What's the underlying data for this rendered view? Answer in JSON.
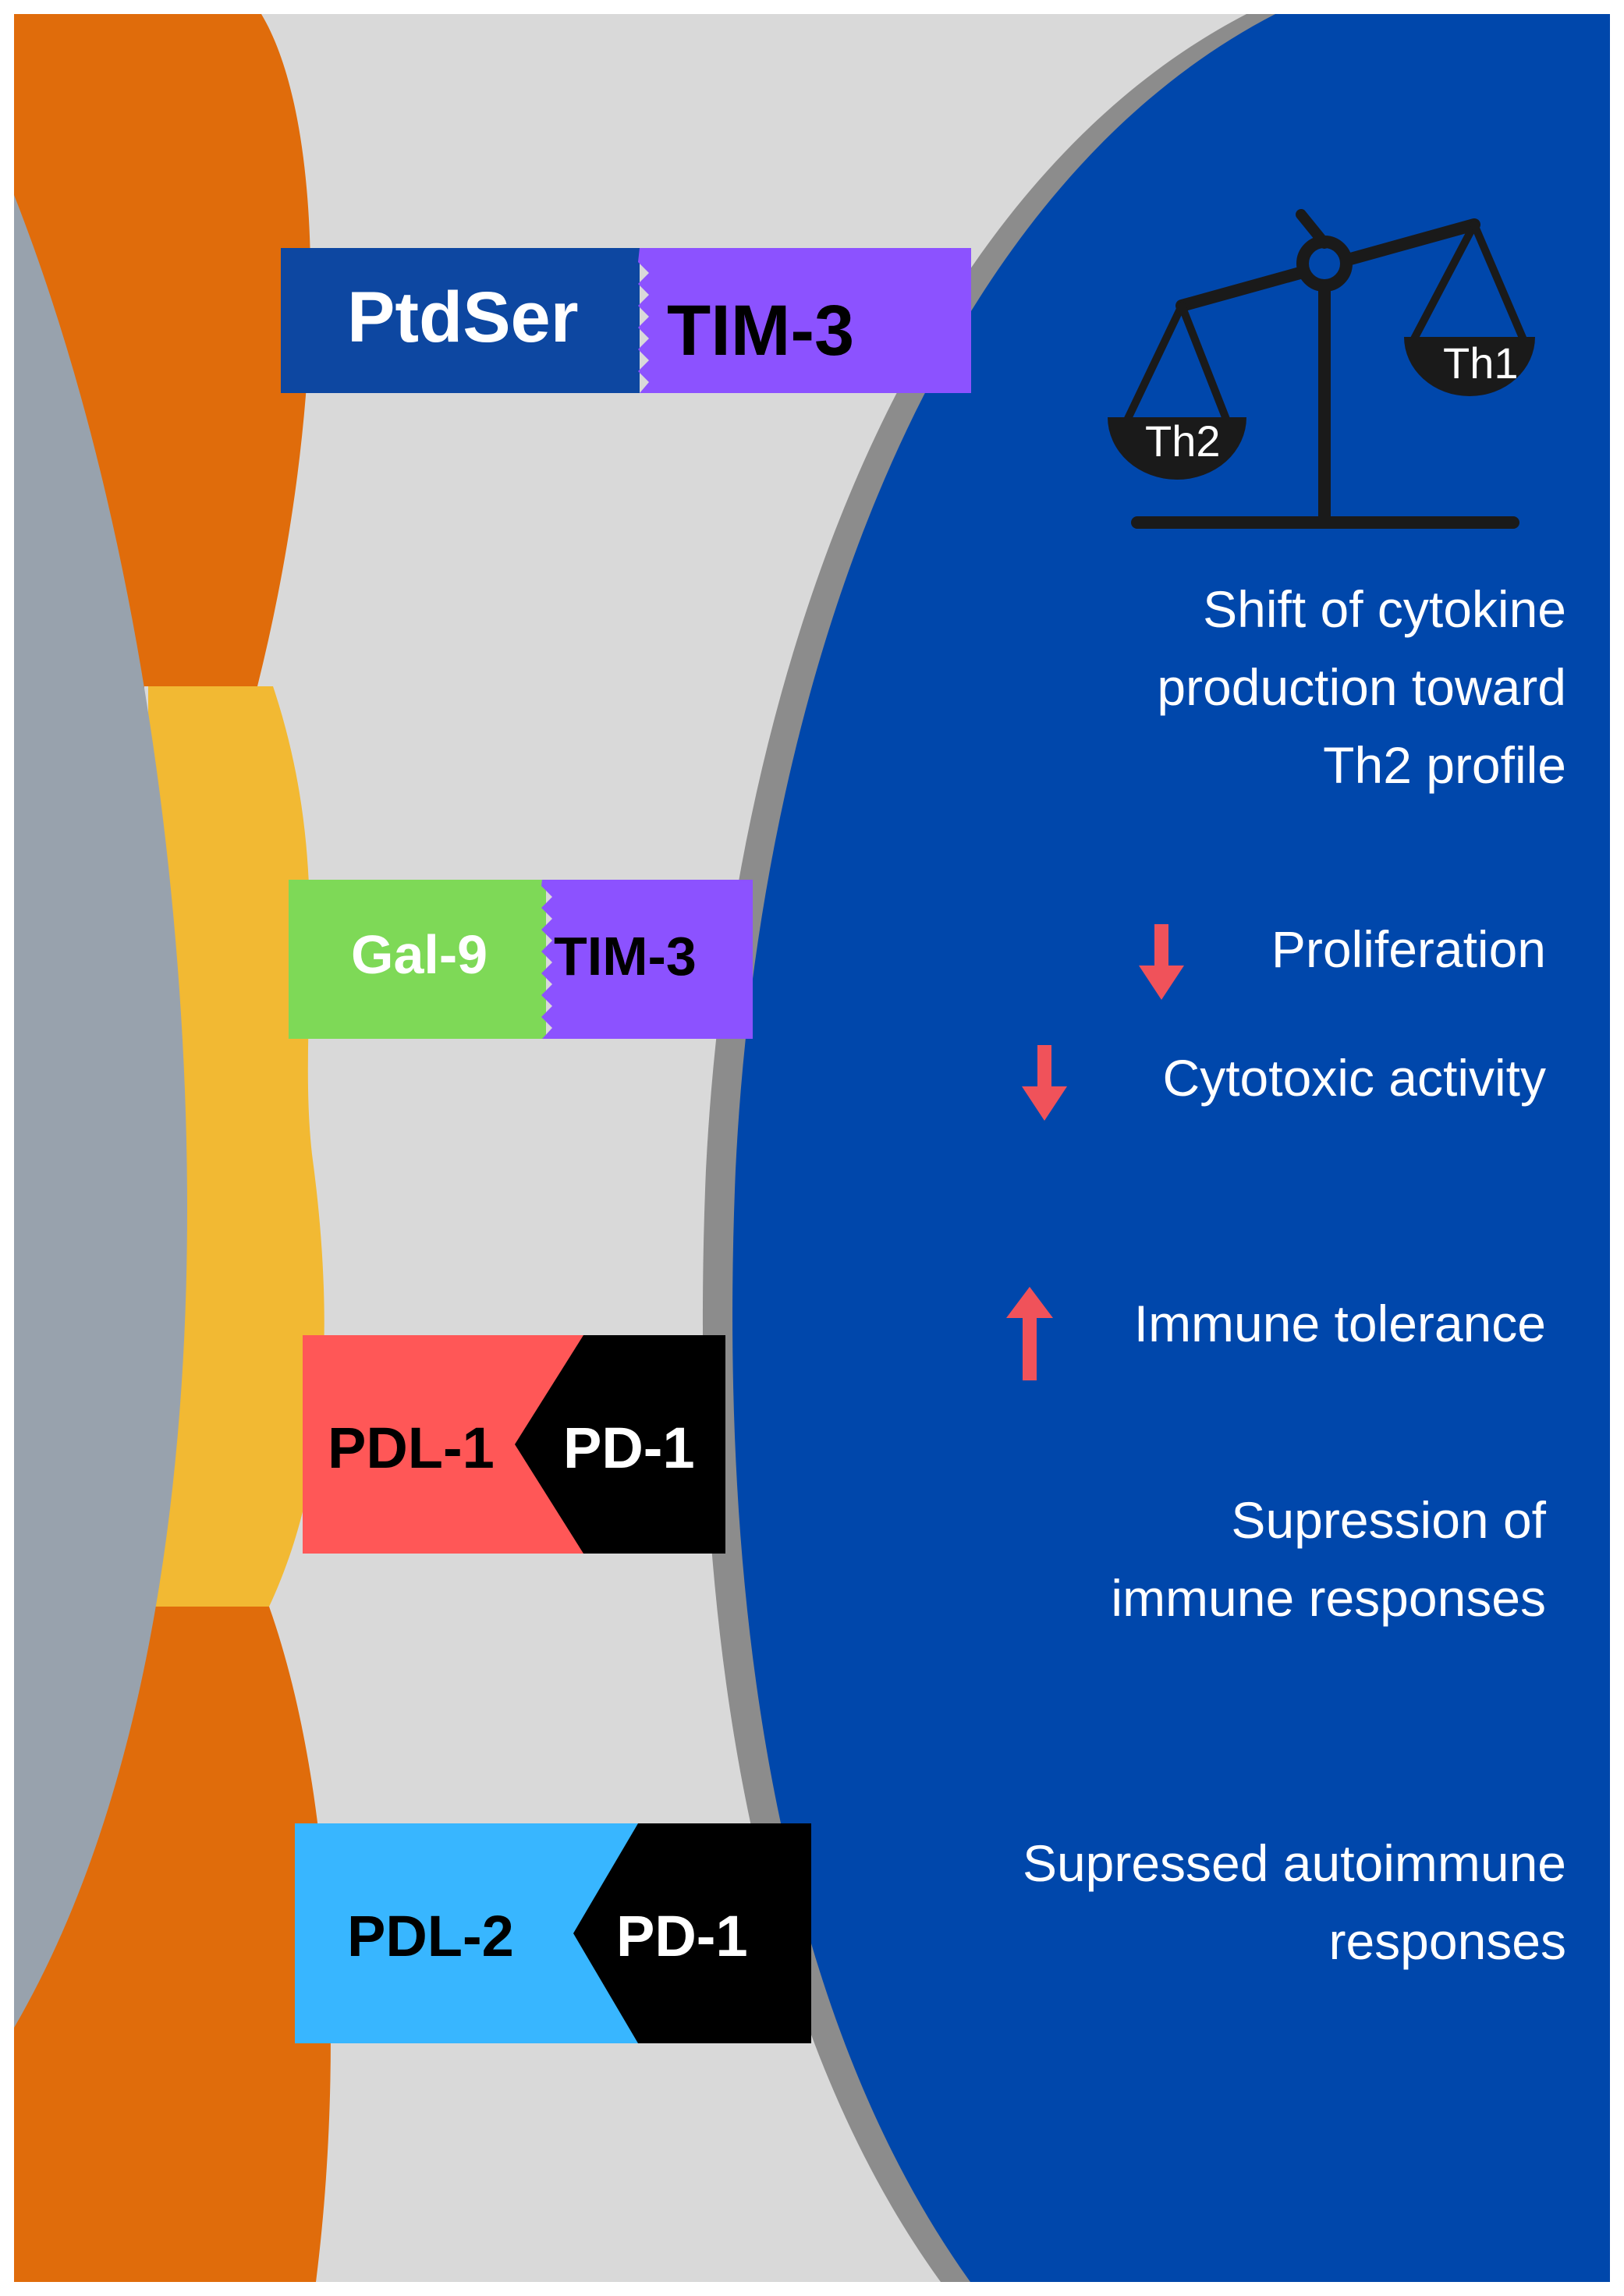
{
  "bindings": [
    {
      "ligand": "PtdSer",
      "receptor": "TIM-3",
      "ligand_color": "#0D47A1",
      "receptor_color": "#8C52FF"
    },
    {
      "ligand": "Gal-9",
      "receptor": "TIM-3",
      "ligand_color": "#7ED957",
      "receptor_color": "#8C52FF"
    },
    {
      "ligand": "PDL-1",
      "receptor": "PD-1",
      "ligand_color": "#FF5757",
      "receptor_color": "#000000"
    },
    {
      "ligand": "PDL-2",
      "receptor": "PD-1",
      "ligand_color": "#38B6FF",
      "receptor_color": "#000000"
    }
  ],
  "scale": {
    "left_pan": "Th2",
    "right_pan": "Th1",
    "icon": "balance-scale-icon"
  },
  "effects": {
    "cytokine_shift": [
      "Shift of cytokine",
      "production toward",
      "Th2 profile"
    ],
    "proliferation": {
      "label": "Proliferation",
      "direction": "down"
    },
    "cytotoxic": {
      "label": "Cytotoxic activity",
      "direction": "down"
    },
    "tolerance": {
      "label": "Immune tolerance",
      "direction": "up"
    },
    "suppression": [
      "Supression of",
      "immune responses"
    ],
    "autoimmune": [
      "Supressed autoimmune",
      "responses"
    ]
  },
  "colors": {
    "tcell": "#0047AB",
    "membrane": "#8C8C8C",
    "background": "#D9D9D9",
    "apc_orange": "#E06C0B",
    "apc_yellow": "#F2B933",
    "apc_core": "#98A2AD",
    "arrow": "#F0525A"
  }
}
